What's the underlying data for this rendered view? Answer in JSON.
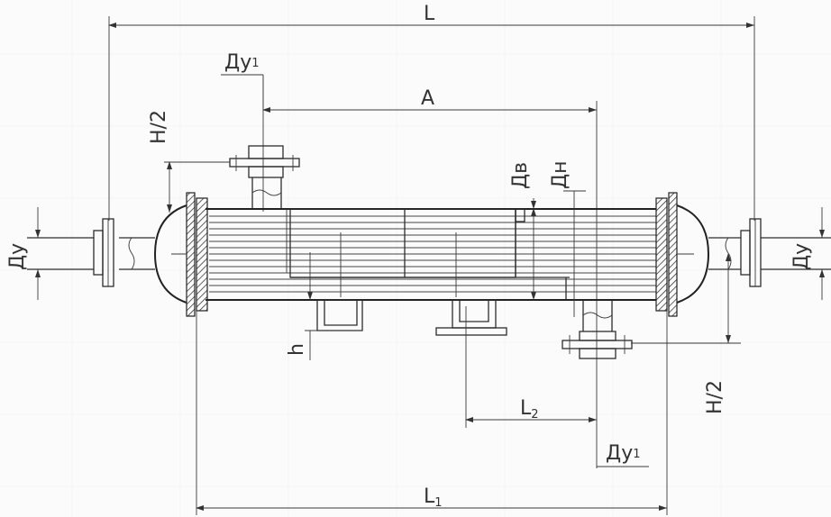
{
  "labels": {
    "L": "L",
    "A": "A",
    "L1_main": "L",
    "L1_sub": "1",
    "L2_main": "L",
    "L2_sub": "2",
    "Du1_top_main": "Ду",
    "Du1_top_sub": "1",
    "Du1_bottom_main": "Ду",
    "Du1_bottom_sub": "1",
    "Du_left": "Ду",
    "Du_right": "Ду",
    "H2_left": "Н/2",
    "H2_right": "Н/2",
    "Dv": "Дв",
    "Dn": "Дн",
    "h": "h"
  }
}
